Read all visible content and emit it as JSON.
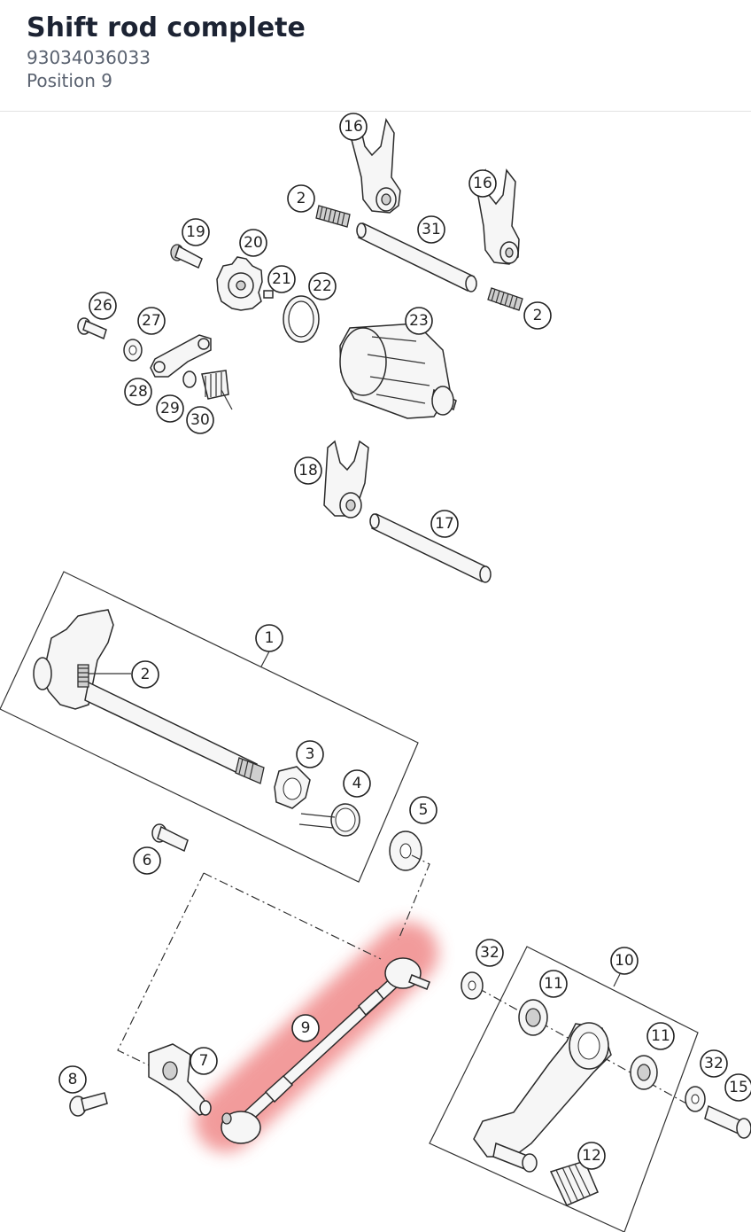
{
  "header": {
    "title": "Shift rod complete",
    "part_number": "93034036033",
    "position": "Position 9"
  },
  "diagram": {
    "highlight_color": "#f08a8a",
    "callouts": {
      "c1": "1",
      "c2a": "2",
      "c2b": "2",
      "c2c": "2",
      "c3": "3",
      "c4": "4",
      "c5": "5",
      "c6": "6",
      "c7": "7",
      "c8": "8",
      "c9": "9",
      "c10": "10",
      "c11a": "11",
      "c11b": "11",
      "c12": "12",
      "c15": "15",
      "c16a": "16",
      "c16b": "16",
      "c17": "17",
      "c18": "18",
      "c19": "19",
      "c20": "20",
      "c21": "21",
      "c22": "22",
      "c23": "23",
      "c26": "26",
      "c27": "27",
      "c28": "28",
      "c29": "29",
      "c30": "30",
      "c31": "31",
      "c32a": "32",
      "c32b": "32"
    }
  }
}
